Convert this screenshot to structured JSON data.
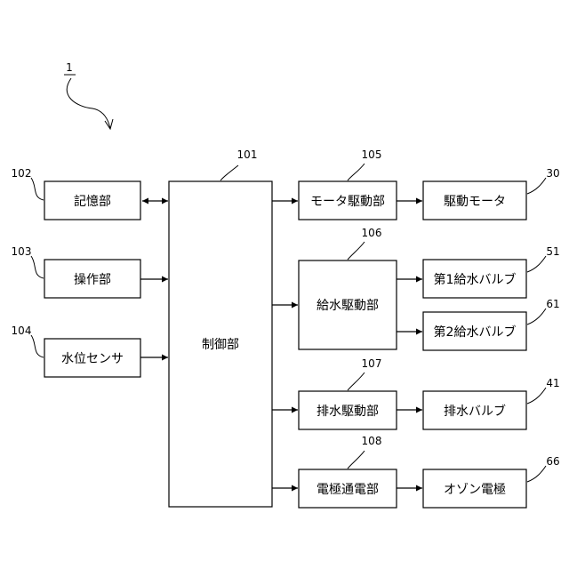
{
  "figure": {
    "ref": "1"
  },
  "blocks": {
    "controller": {
      "label": "制御部",
      "ref": "101"
    },
    "storage": {
      "label": "記憶部",
      "ref": "102"
    },
    "operation": {
      "label": "操作部",
      "ref": "103"
    },
    "water_level_sensor": {
      "label": "水位センサ",
      "ref": "104"
    },
    "motor_driver": {
      "label": "モータ駆動部",
      "ref": "105"
    },
    "water_supply_driver": {
      "label": "給水駆動部",
      "ref": "106"
    },
    "drain_driver": {
      "label": "排水駆動部",
      "ref": "107"
    },
    "electrode_energizer": {
      "label": "電極通電部",
      "ref": "108"
    },
    "drive_motor": {
      "label": "駆動モータ",
      "ref": "30"
    },
    "first_supply_valve": {
      "label": "第1給水バルブ",
      "ref": "51"
    },
    "second_supply_valve": {
      "label": "第2給水バルブ",
      "ref": "61"
    },
    "drain_valve": {
      "label": "排水バルブ",
      "ref": "41"
    },
    "ozone_electrode": {
      "label": "オゾン電極",
      "ref": "66"
    }
  },
  "colors": {
    "stroke": "#000000",
    "background": "#ffffff"
  }
}
